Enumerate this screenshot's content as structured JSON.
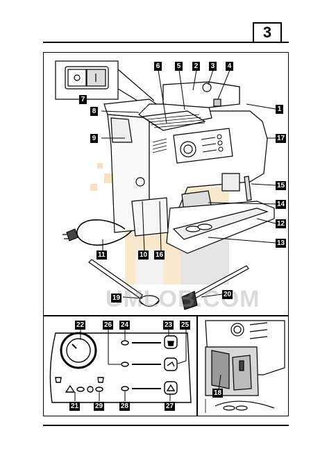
{
  "page": {
    "number": "3"
  },
  "main_figure": {
    "callouts": [
      {
        "id": "label-1",
        "text": "1"
      },
      {
        "id": "label-2",
        "text": "2"
      },
      {
        "id": "label-3",
        "text": "3"
      },
      {
        "id": "label-4",
        "text": "4"
      },
      {
        "id": "label-5",
        "text": "5"
      },
      {
        "id": "label-6",
        "text": "6"
      },
      {
        "id": "label-7",
        "text": "7"
      },
      {
        "id": "label-8",
        "text": "8"
      },
      {
        "id": "label-9",
        "text": "9"
      },
      {
        "id": "label-10",
        "text": "10"
      },
      {
        "id": "label-11",
        "text": "11"
      },
      {
        "id": "label-12",
        "text": "12"
      },
      {
        "id": "label-13",
        "text": "13"
      },
      {
        "id": "label-14",
        "text": "14"
      },
      {
        "id": "label-15",
        "text": "15"
      },
      {
        "id": "label-16",
        "text": "16"
      },
      {
        "id": "label-17",
        "text": "17"
      },
      {
        "id": "label-19",
        "text": "19"
      },
      {
        "id": "label-20",
        "text": "20"
      }
    ]
  },
  "control_panel": {
    "callouts": [
      {
        "id": "label-21",
        "text": "21"
      },
      {
        "id": "label-22",
        "text": "22"
      },
      {
        "id": "label-23",
        "text": "23"
      },
      {
        "id": "label-24",
        "text": "24"
      },
      {
        "id": "label-25",
        "text": "25"
      },
      {
        "id": "label-26",
        "text": "26"
      },
      {
        "id": "label-27",
        "text": "27"
      },
      {
        "id": "label-28",
        "text": "28"
      },
      {
        "id": "label-29",
        "text": "29"
      }
    ]
  },
  "brewing_unit": {
    "callouts": [
      {
        "id": "label-18",
        "text": "18"
      }
    ]
  },
  "watermark": {
    "text": "UMLOB.COM"
  }
}
